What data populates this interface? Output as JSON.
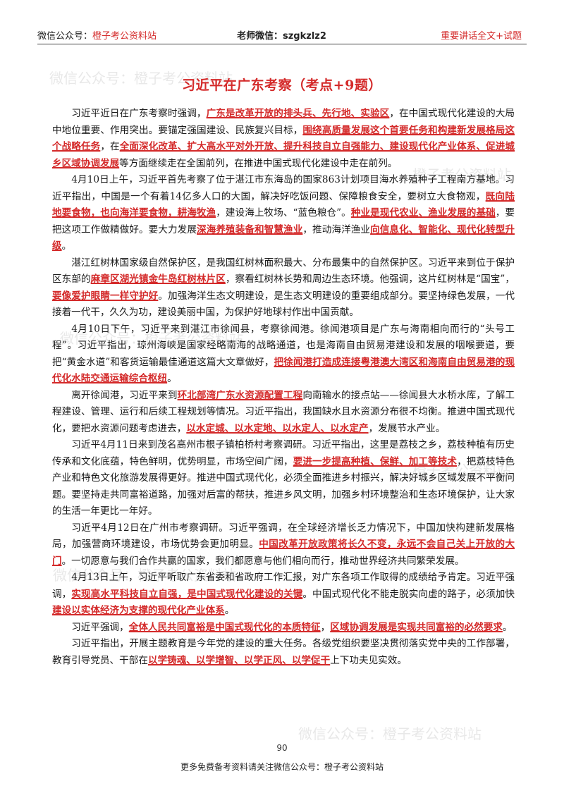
{
  "header": {
    "left_label": "微信公众号：",
    "left_accent": "橙子考公资料站",
    "middle": "老师微信：szgkzlz2",
    "right": "重要讲话全文+试题"
  },
  "watermarks": [
    "微信公众号：橙子考公资料站",
    "橙子考公资料站",
    "微信公众号：橙子考公资料站",
    "橙子考公资料站",
    "微信公众号：橙子考公资料站",
    "微信公众号：橙子考公资料站"
  ],
  "title": "习近平在广东考察（考点+9题）",
  "paragraphs": [
    [
      {
        "t": "习近平近日在广东考察时强调，"
      },
      {
        "t": "广东是改革开放的排头兵、先行地、实验区",
        "h": true
      },
      {
        "t": "，在中国式现代化建设的大局中地位重要、作用突出。要锚定强国建设、民族复兴目标，"
      },
      {
        "t": "围绕高质量发展这个首要任务和构建新发展格局这个战略任务",
        "h": true
      },
      {
        "t": "，在"
      },
      {
        "t": "全面深化改革、扩大高水平对外开放、提升科技自立自强能力、建设现代化产业体系、促进城乡区域协调发展",
        "h": true
      },
      {
        "t": "等方面继续走在全国前列，在推进中国式现代化建设中走在前列。"
      }
    ],
    [
      {
        "t": "4月10日上午，习近平首先考察了位于湛江市东海岛的国家863计划项目海水养殖种子工程南方基地。习近平指出，中国是一个有着14亿多人口的大国，解决好吃饭问题、保障粮食安全，要树立大食物观，"
      },
      {
        "t": "既向陆地要食物，也向海洋要食物，耕海牧渔",
        "h": true
      },
      {
        "t": "，建设海上牧场、“蓝色粮仓”。"
      },
      {
        "t": "种业是现代农业、渔业发展的基础",
        "h": true
      },
      {
        "t": "，要把这项工作做精做好。要大力发展"
      },
      {
        "t": "深海养殖装备和智慧渔业",
        "h": true
      },
      {
        "t": "，推动海洋渔业"
      },
      {
        "t": "向信息化、智能化、现代化转型升级",
        "h": true
      },
      {
        "t": "。"
      }
    ],
    [
      {
        "t": "湛江红树林国家级自然保护区，是我国红树林面积最大、分布最集中的自然保护区。习近平来到位于保护区东部的"
      },
      {
        "t": "麻章区湖光镇金牛岛红树林片区",
        "h": true
      },
      {
        "t": "，察看红树林长势和周边生态环境。他强调，这片红树林是“国宝”，"
      },
      {
        "t": "要像爱护眼睛一样守护好",
        "h": true
      },
      {
        "t": "。加强海洋生态文明建设，是生态文明建设的重要组成部分。要坚持绿色发展，一代接着一代干，久久为功，建设美丽中国，为保护好地球村作出中国贡献。"
      }
    ],
    [
      {
        "t": "4月10日下午，习近平来到湛江市徐闻县，考察徐闻港。徐闻港项目是广东与海南相向而行的“头号工程”。习近平指出，琼州海峡是国家经略南海的战略通道，也是海南自由贸易港建设和发展的咽喉要道，要把“黄金水道”和客货运输最佳通道这篇大文章做好，"
      },
      {
        "t": "把徐闻港打造成连接粤港澳大湾区和海南自由贸易港的现代化水陆交通运输综合枢纽",
        "h": true
      },
      {
        "t": "。"
      }
    ],
    [
      {
        "t": "离开徐闻港，习近平来到"
      },
      {
        "t": "环北部湾广东水资源配置工程",
        "h": true
      },
      {
        "t": "向南输水的接点站——徐闻县大水桥水库，了解工程建设、管理、运行和后续工程规划等情况。习近平指出，我国缺水且水资源分布很不均衡。推进中国式现代化，要把水资源问题考虑进去，"
      },
      {
        "t": "以水定城、以水定地、以水定人、以水定产",
        "h": true
      },
      {
        "t": "，发展节水产业。"
      }
    ],
    [
      {
        "t": "习近平4月11日来到茂名高州市根子镇柏桥村考察调研。习近平指出，这里是荔枝之乡，荔枝种植有历史传承和文化底蕴，特色鲜明，优势明显，市场空间广阔，"
      },
      {
        "t": "要进一步提高种植、保鲜、加工等技术",
        "h": true
      },
      {
        "t": "，把荔枝特色产业和特色文化旅游发展得更好。推进中国式现代化，必须全面推进乡村振兴，解决好城乡区域发展不平衡问题。要坚持走共同富裕道路，加强对后富的帮扶，推进乡风文明，加强乡村环境整治和生态环境保护，让大家的生活一年更比一年好。"
      }
    ],
    [
      {
        "t": "习近平4月12日在广州市考察调研。习近平强调，在全球经济增长乏力情况下，中国加快构建新发展格局，加强营商环境建设，市场优势会更加明显。"
      },
      {
        "t": "中国改革开放政策将长久不变，永远不会自己关上开放的大门",
        "h": true
      },
      {
        "t": "。一切愿意与我们合作共赢的国家，我们都愿意与他们相向而行，推动世界经济共同繁荣发展。"
      }
    ],
    [
      {
        "t": "4月13日上午，习近平听取广东省委和省政府工作汇报，对广东各项工作取得的成绩给予肯定。习近平强调，"
      },
      {
        "t": "实现高水平科技自立自强，是中国式现代化建设的关键",
        "h": true
      },
      {
        "t": "。中国式现代化不能走脱实向虚的路子，必须加快"
      },
      {
        "t": "建设以实体经济为支撑的现代化产业体系",
        "h": true
      },
      {
        "t": "。"
      }
    ],
    [
      {
        "t": "习近平强调，"
      },
      {
        "t": "全体人民共同富裕是中国式现代化的本质特征",
        "h": true
      },
      {
        "t": "，"
      },
      {
        "t": "区域协调发展是实现共同富裕的必然要求",
        "h": true
      },
      {
        "t": "。"
      }
    ],
    [
      {
        "t": "习近平指出，开展主题教育是今年党的建设的重大任务。各级党组织要坚决贯彻落实党中央的工作部署，教育引导党员、干部在"
      },
      {
        "t": "以学铸魂、以学增智、以学正风、以学促干",
        "h": true
      },
      {
        "t": "上下功夫见实效。"
      }
    ]
  ],
  "page_number": "90",
  "footer": "更多免费备考资料请关注微信公众号：橙子考公资料站"
}
